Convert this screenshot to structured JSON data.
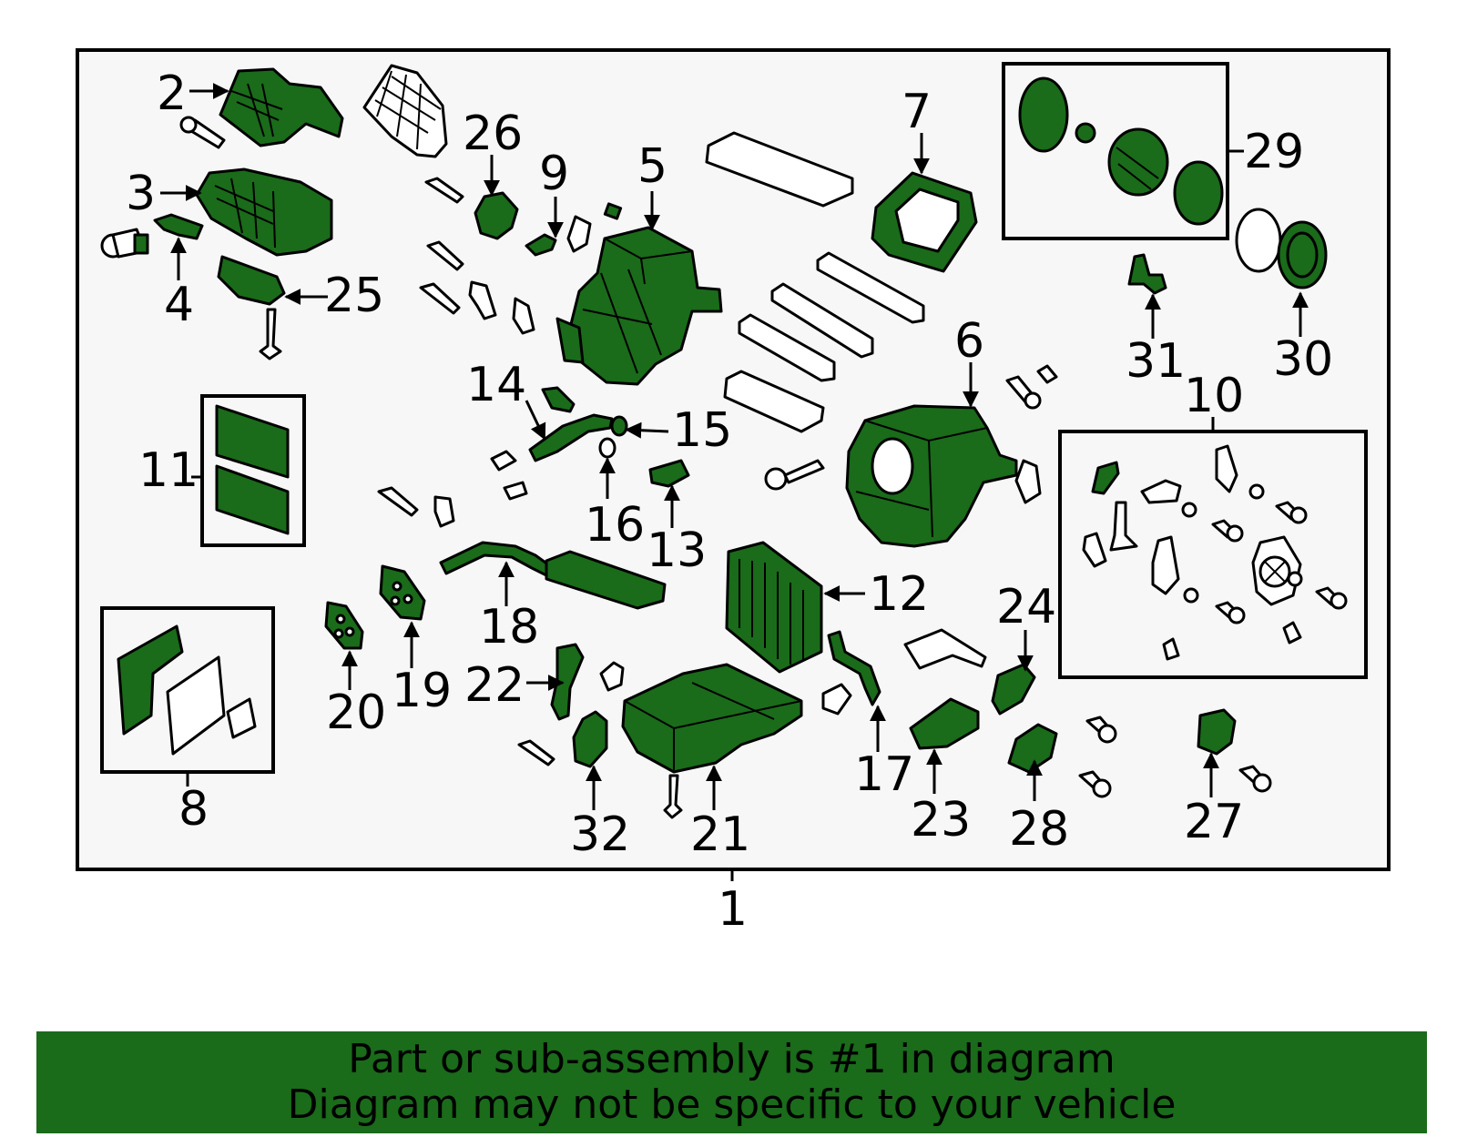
{
  "colors": {
    "part_fill": "#1a6b1a",
    "banner_bg": "#1a6b1a",
    "panel_bg": "#f7f7f7"
  },
  "callouts": {
    "c1": "1",
    "c2": "2",
    "c3": "3",
    "c4": "4",
    "c5": "5",
    "c6": "6",
    "c7": "7",
    "c8": "8",
    "c9": "9",
    "c10": "10",
    "c11": "11",
    "c12": "12",
    "c13": "13",
    "c14": "14",
    "c15": "15",
    "c16": "16",
    "c17": "17",
    "c18": "18",
    "c19": "19",
    "c20": "20",
    "c21": "21",
    "c22": "22",
    "c23": "23",
    "c24": "24",
    "c25": "25",
    "c26": "26",
    "c27": "27",
    "c28": "28",
    "c29": "29",
    "c30": "30",
    "c31": "31",
    "c32": "32"
  },
  "banner": {
    "line1": "Part or sub-assembly is #1 in diagram",
    "line2": "Diagram may not be specific to your vehicle"
  }
}
